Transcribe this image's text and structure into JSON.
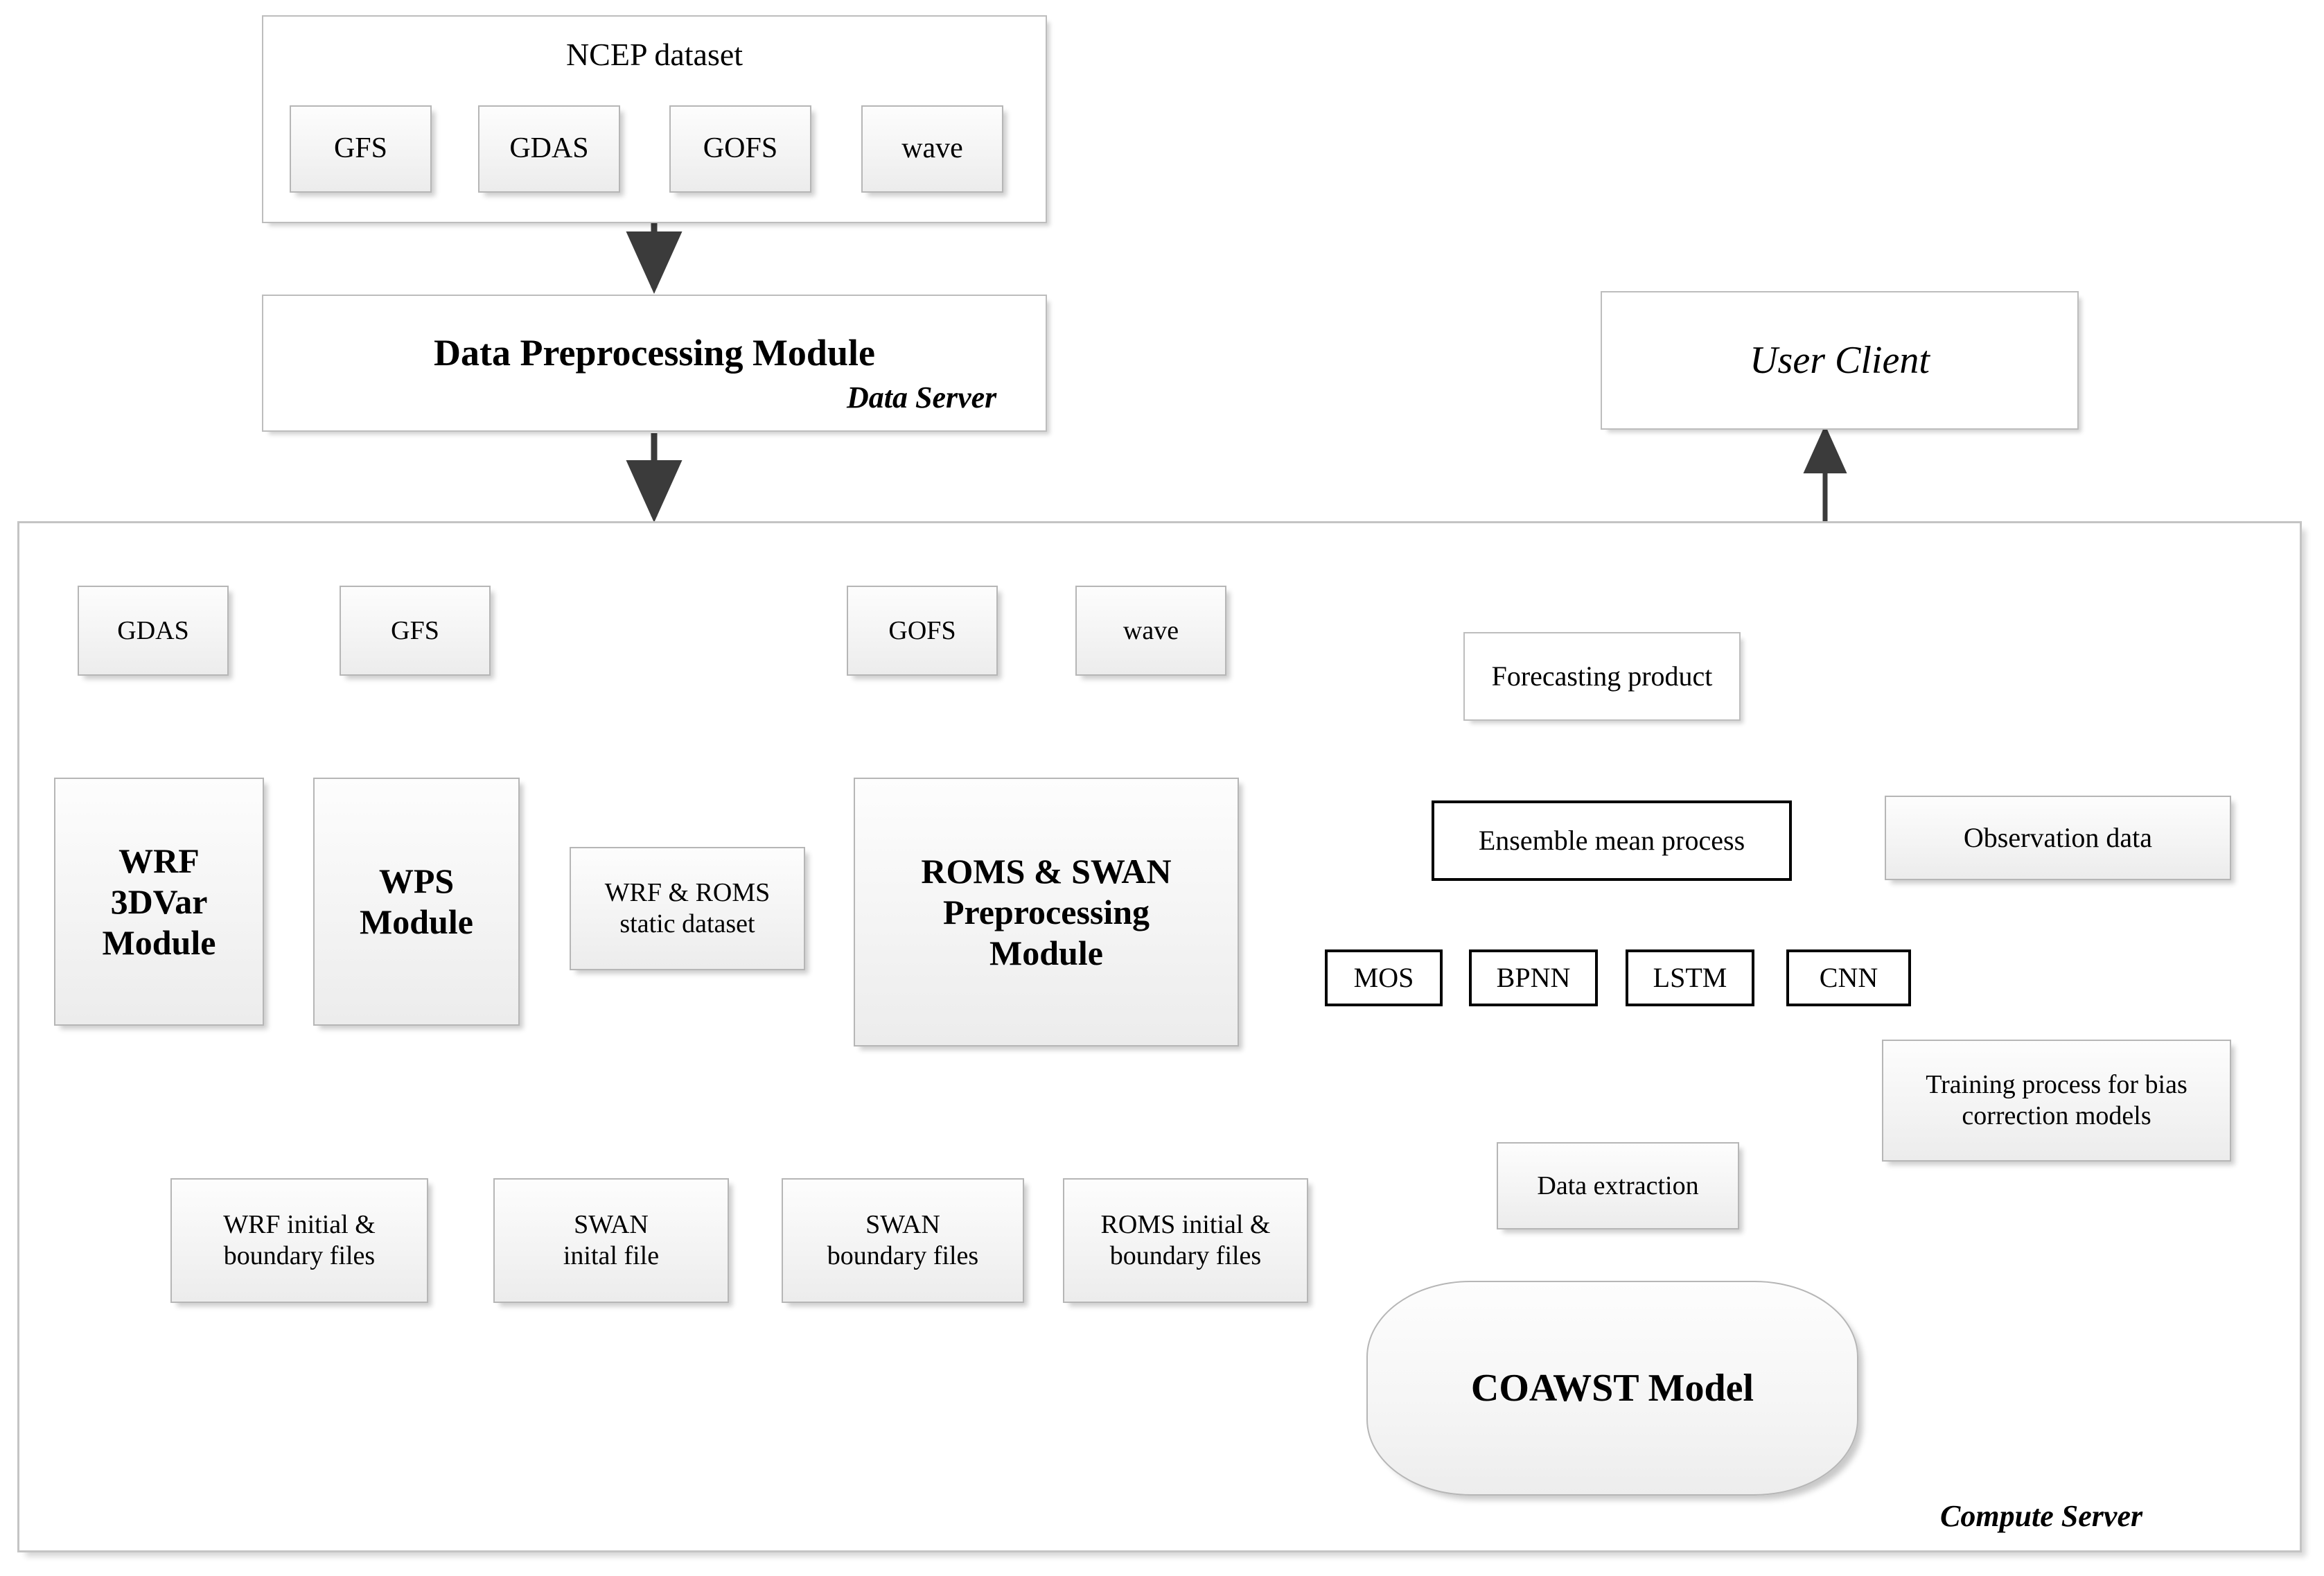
{
  "diagram": {
    "title_group": "NCEP dataset",
    "servers": {
      "data_server": "Data Server",
      "compute_server": "Compute Server"
    },
    "ncep": {
      "label": "NCEP dataset",
      "sources": [
        "GFS",
        "GDAS",
        "GOFS",
        "wave"
      ]
    },
    "data_preprocessing": {
      "label": "Data Preprocessing Module"
    },
    "user_client": {
      "label": "User Client"
    },
    "compute_sources": [
      "GDAS",
      "GFS",
      "GOFS",
      "wave"
    ],
    "modules": {
      "wrf_3dvar": "WRF\n3DVar\nModule",
      "wrf_3dvar_lines": [
        "WRF",
        "3DVar",
        "Module"
      ],
      "wps": "WPS\nModule",
      "wps_lines": [
        "WPS",
        "Module"
      ],
      "static_dataset_lines": [
        "WRF & ROMS",
        "static dataset"
      ],
      "roms_swan_lines": [
        "ROMS & SWAN",
        "Preprocessing",
        "Module"
      ]
    },
    "files": [
      {
        "lines": [
          "WRF initial &",
          "boundary files"
        ]
      },
      {
        "lines": [
          "SWAN",
          "inital file"
        ]
      },
      {
        "lines": [
          "SWAN",
          "boundary files"
        ]
      },
      {
        "lines": [
          "ROMS initial &",
          "boundary files"
        ]
      }
    ],
    "coawst": {
      "label": "COAWST Model"
    },
    "postprocess": {
      "forecasting_product": "Forecasting product",
      "ensemble_mean": "Ensemble mean process",
      "observation_data": "Observation data",
      "training_lines": [
        "Training process for bias",
        "correction models"
      ],
      "data_extraction": "Data extraction",
      "bias_models": [
        "MOS",
        "BPNN",
        "LSTM",
        "CNN"
      ]
    },
    "colors": {
      "line": "#3b3b3b",
      "heavy_line": "#000000",
      "box_border": "#b6b6b6",
      "container_border": "#c4c4c4",
      "background": "#ffffff"
    }
  }
}
